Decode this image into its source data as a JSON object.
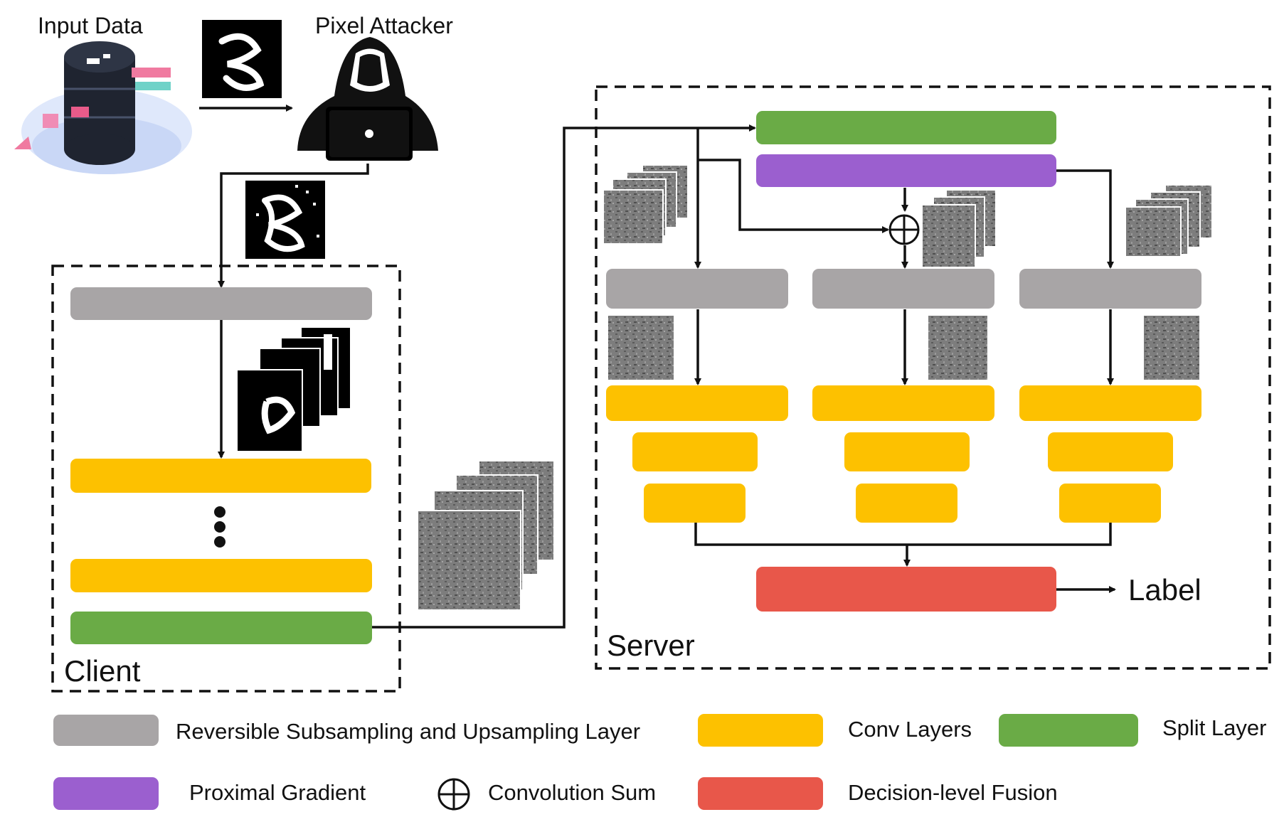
{
  "labels": {
    "input_data": "Input Data",
    "pixel_attacker": "Pixel Attacker",
    "client": "Client",
    "server": "Server",
    "label": "Label"
  },
  "legend": {
    "rsu": "Reversible Subsampling and Upsampling Layer",
    "conv": "Conv Layers",
    "split": "Split Layer",
    "proximal": "Proximal Gradient",
    "conv_sum": "Convolution Sum",
    "fusion": "Decision-level Fusion"
  },
  "colors": {
    "gray": "#a8a5a6",
    "yellow": "#fdc100",
    "green": "#6aab46",
    "purple": "#9b5fcf",
    "red": "#e8574a",
    "line": "#111111"
  },
  "icons": {
    "database": "database-cloud-icon",
    "hacker": "hooded-hacker-icon",
    "plus_circle": "circled-plus-icon"
  }
}
